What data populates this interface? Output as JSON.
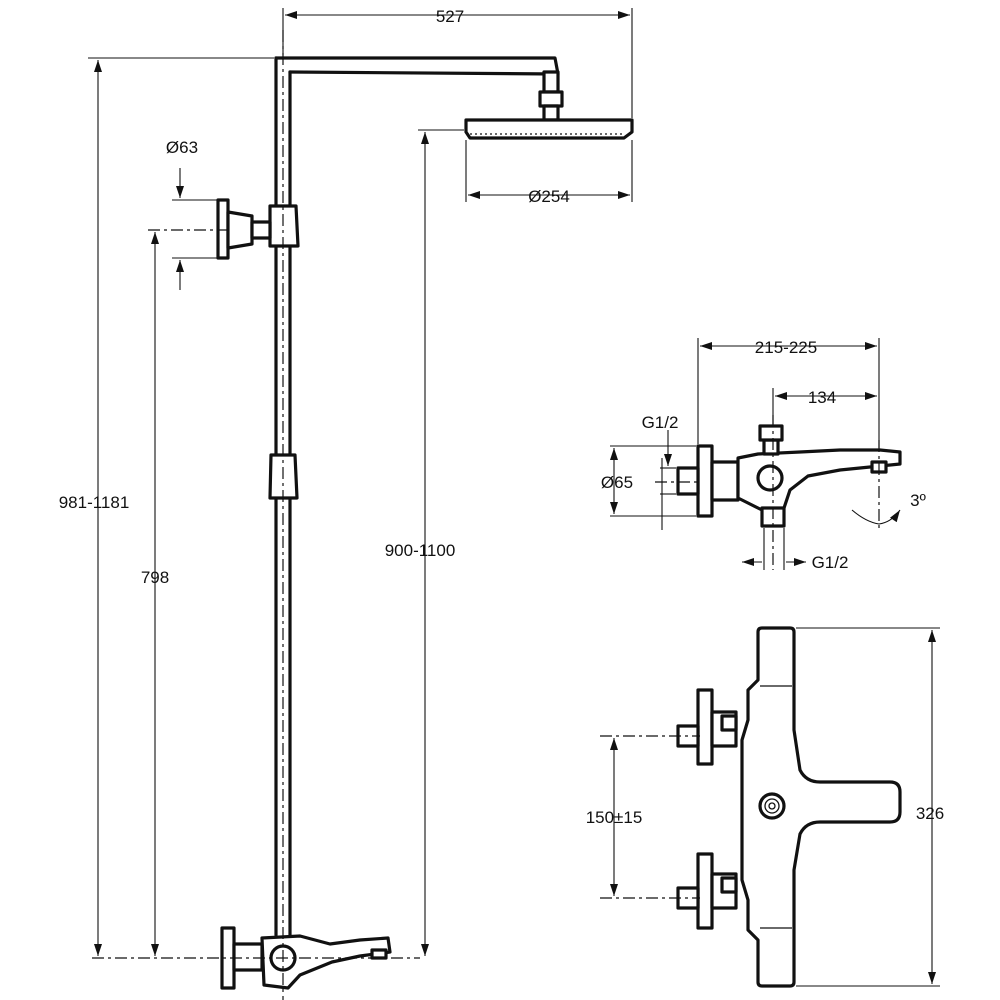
{
  "dimensions": {
    "arm_length": "527",
    "head_diameter": "Ø254",
    "wall_bracket_diameter": "Ø63",
    "total_height": "981-1181",
    "bracket_height": "798",
    "head_height": "900-1100",
    "mixer_depth": "215-225",
    "spout_offset": "134",
    "inlet_thread_side": "G1/2",
    "eccentric_diameter": "Ø65",
    "outlet_thread_bottom": "G1/2",
    "spout_angle": "3º",
    "inlet_spacing": "150±15",
    "mixer_width": "326"
  }
}
